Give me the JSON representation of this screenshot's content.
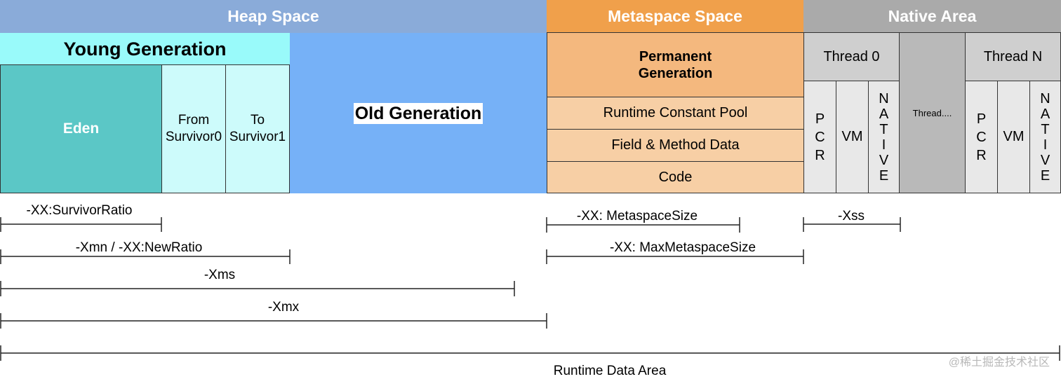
{
  "headers": {
    "heap": "Heap Space",
    "metaspace": "Metaspace Space",
    "native": "Native Area"
  },
  "heap": {
    "young_generation": "Young Generation",
    "eden": "Eden",
    "from_survivor": [
      "From",
      "Survivor0"
    ],
    "to_survivor": [
      "To",
      "Survivor1"
    ],
    "old_generation": "Old Generation"
  },
  "metaspace": {
    "permanent_generation": [
      "Permanent",
      "Generation"
    ],
    "runtime_constant_pool": "Runtime Constant Pool",
    "field_method_data": "Field & Method Data",
    "code": "Code"
  },
  "native": {
    "thread0": "Thread 0",
    "thread_more": "Thread....",
    "threadN": "Thread N",
    "pcr": [
      "P",
      "C",
      "R"
    ],
    "vm": "VM",
    "native_stack": [
      "N",
      "A",
      "T",
      "I",
      "V",
      "E"
    ]
  },
  "dimensions": {
    "survivor_ratio": "-XX:SurvivorRatio",
    "xmn": "-Xmn / -XX:NewRatio",
    "xms": "-Xms",
    "xmx": "-Xmx",
    "metaspace_size": "-XX: MetaspaceSize",
    "max_metaspace_size": "-XX: MaxMetaspaceSize",
    "xss": "-Xss",
    "runtime_data_area": "Runtime Data Area"
  },
  "watermark": "@稀土掘金技术社区",
  "colors": {
    "heap_header": "#8aabd9",
    "metaspace_header": "#f0a04b",
    "native_header": "#aaaaaa",
    "young_generation": "#99fafa",
    "eden": "#5bc7c6",
    "survivor": "#cdfbfb",
    "old_generation": "#76b1f7",
    "permanent_generation": "#f4b87e",
    "metaspace_rows": "#f7cfa5",
    "thread_header": "#cfcfcf",
    "thread_more": "#b9b9b9",
    "thread_cells": "#e8e8e8"
  }
}
